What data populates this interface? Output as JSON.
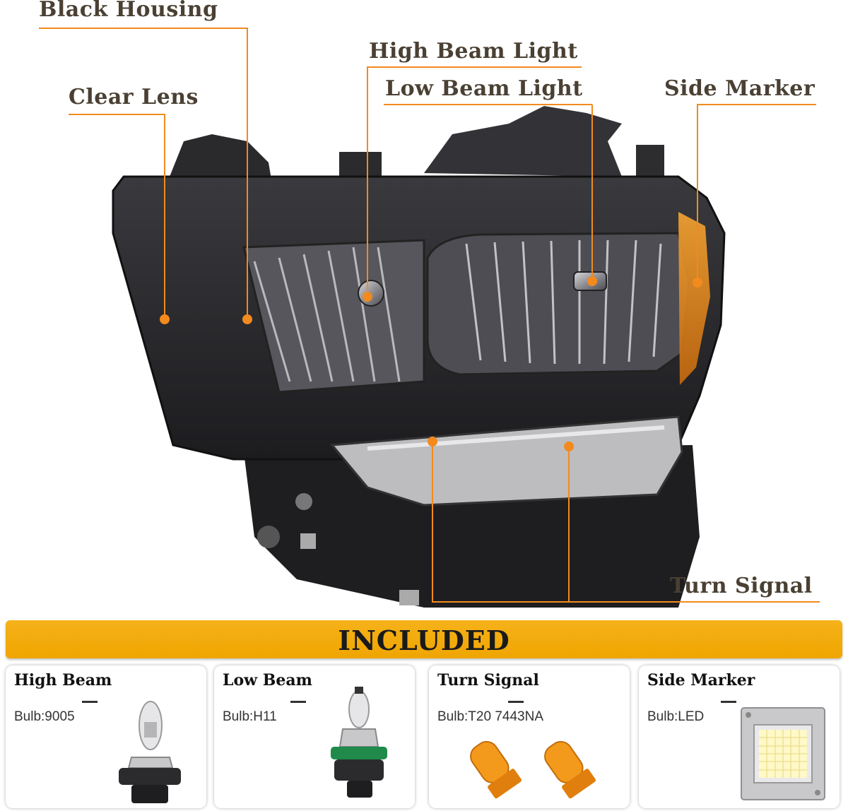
{
  "callouts": {
    "black_housing": "Black Housing",
    "clear_lens": "Clear Lens",
    "high_beam_light": "High Beam Light",
    "low_beam_light": "Low Beam Light",
    "side_marker": "Side Marker",
    "turn_signal": "Turn Signal"
  },
  "included": {
    "title": "INCLUDED",
    "items": [
      {
        "name": "High Beam",
        "bulb": "Bulb:9005"
      },
      {
        "name": "Low Beam",
        "bulb": "Bulb:H11"
      },
      {
        "name": "Turn Signal",
        "bulb": "Bulb:T20 7443NA"
      },
      {
        "name": "Side Marker",
        "bulb": "Bulb:LED"
      }
    ]
  },
  "colors": {
    "accent_orange": "#f28a1e",
    "banner_yellow": "#f0a500",
    "label_text": "#4a4033"
  }
}
